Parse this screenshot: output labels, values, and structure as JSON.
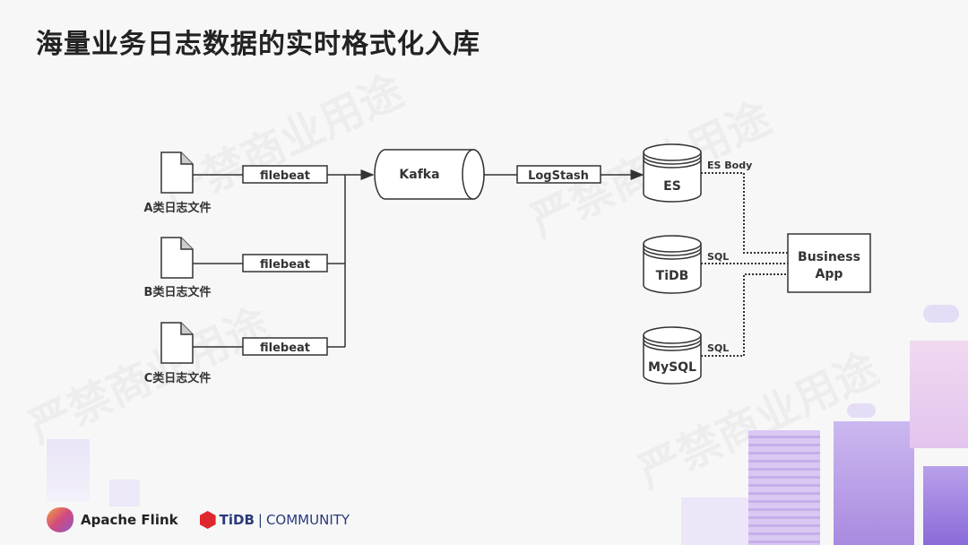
{
  "title": "海量业务日志数据的实时格式化入库",
  "watermark": "严禁商业用途",
  "sources": [
    {
      "label": "A类日志文件",
      "shipper": "filebeat"
    },
    {
      "label": "B类日志文件",
      "shipper": "filebeat"
    },
    {
      "label": "C类日志文件",
      "shipper": "filebeat"
    }
  ],
  "queue": "Kafka",
  "processor": "LogStash",
  "stores": [
    {
      "label": "ES",
      "edge": "ES Body"
    },
    {
      "label": "TiDB",
      "edge": "SQL"
    },
    {
      "label": "MySQL",
      "edge": "SQL"
    }
  ],
  "consumer": {
    "line1": "Business",
    "line2": "App"
  },
  "footer": {
    "flink": "Apache Flink",
    "tidb": "TiDB",
    "separator": "|",
    "community": "COMMUNITY"
  }
}
